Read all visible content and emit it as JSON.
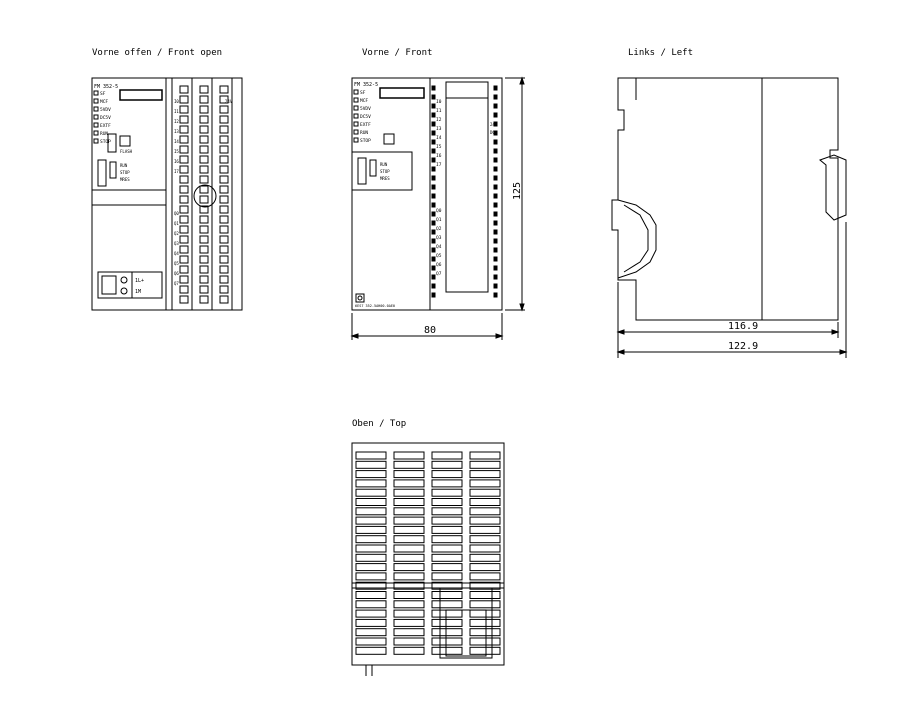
{
  "views": {
    "front_open": {
      "title": "Vorne offen / Front open"
    },
    "front": {
      "title": "Vorne / Front"
    },
    "left": {
      "title": "Links / Left"
    },
    "top": {
      "title": "Oben / Top"
    }
  },
  "module": {
    "name": "FM 352-5",
    "order_number": "6ES7 352-5AH00-0AE0",
    "status_leds": [
      "SF",
      "MCF",
      "5VDV",
      "DC5V",
      "EXTF",
      "RUN",
      "STOP"
    ],
    "switch_labels": [
      "RUN",
      "STOP",
      "MRES"
    ],
    "flash_label": "FLASH",
    "input_labels": [
      "I0",
      "I1",
      "I2",
      "I3",
      "I4",
      "I5",
      "I6",
      "I7"
    ],
    "output_labels": [
      "Q0",
      "Q1",
      "Q2",
      "Q3",
      "Q4",
      "Q5",
      "Q6",
      "Q7"
    ],
    "power_labels": [
      "1L+",
      "1M"
    ],
    "right_labels": [
      "24V",
      "DC"
    ]
  },
  "dimensions": {
    "width": "80",
    "height": "125",
    "depth_a": "116.9",
    "depth_b": "122.9"
  }
}
